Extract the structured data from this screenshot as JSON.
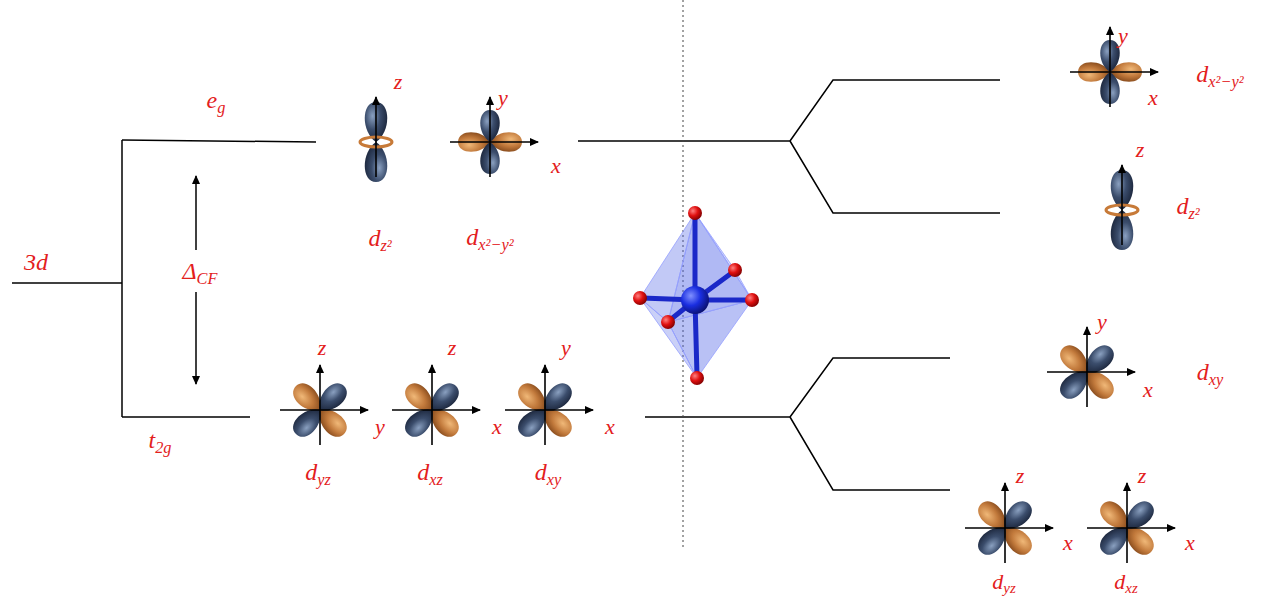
{
  "diagram": {
    "labels": [
      "3d",
      "eg",
      "ΔCF",
      "t2g",
      "z",
      "y",
      "x",
      "dz²",
      "dx²−y²",
      "z",
      "y",
      "z",
      "x",
      "y",
      "x",
      "dyz",
      "dxz",
      "dxy",
      "y",
      "x",
      "dx²−y²",
      "z",
      "dz²",
      "y",
      "x",
      "dxy",
      "z",
      "x",
      "z",
      "x",
      "dyz",
      "dxz"
    ]
  }
}
